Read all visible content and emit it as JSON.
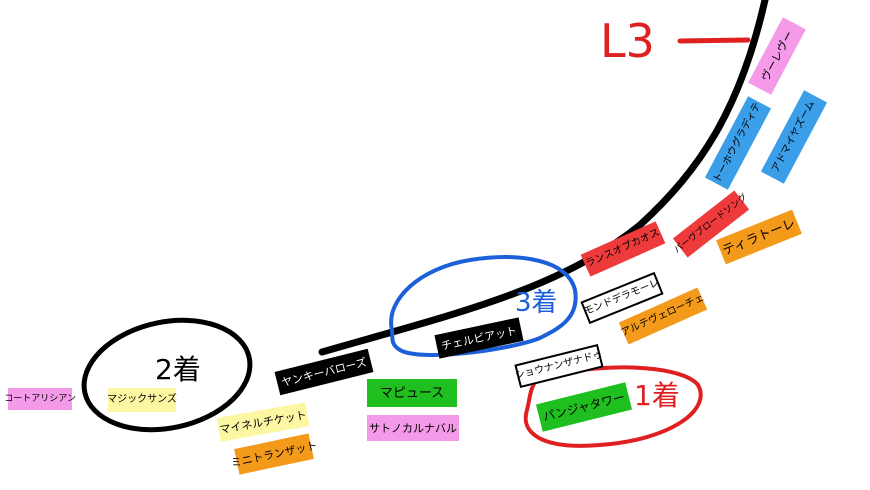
{
  "annotations": {
    "corner": "L3",
    "first": "1着",
    "second": "2着",
    "third": "3着"
  },
  "colors": {
    "pink": "#f49ae8",
    "blue": "#3a9ee8",
    "red": "#ee3a3a",
    "orange": "#f39a1b",
    "yellow": "#fdf7a3",
    "green": "#1fbf1f",
    "black": "#000000",
    "white": "#ffffff",
    "circle_black": "#000000",
    "circle_blue": "#1c5fd8",
    "circle_red": "#e02020",
    "track": "#000000",
    "marker": "#e02020"
  },
  "horses": [
    {
      "name": "ヴーレヴー",
      "color": "pink"
    },
    {
      "name": "トーホウグラディテ",
      "color": "blue"
    },
    {
      "name": "アドマイヤズーム",
      "color": "blue"
    },
    {
      "name": "ランスオブカオス",
      "color": "red"
    },
    {
      "name": "パーヴブロードソング",
      "color": "red"
    },
    {
      "name": "ティラトーレ",
      "color": "orange"
    },
    {
      "name": "モンドデラモーレ",
      "color": "white"
    },
    {
      "name": "アルテヴェローチェ",
      "color": "orange"
    },
    {
      "name": "チェルビアット",
      "color": "black"
    },
    {
      "name": "ショウナンザナドゥ",
      "color": "white"
    },
    {
      "name": "パンジャタワー",
      "color": "green"
    },
    {
      "name": "ヤンキーバローズ",
      "color": "black"
    },
    {
      "name": "マピュース",
      "color": "green"
    },
    {
      "name": "サトノカルナバル",
      "color": "pink"
    },
    {
      "name": "マイネルチケット",
      "color": "yellow"
    },
    {
      "name": "ミニトランザット",
      "color": "orange"
    },
    {
      "name": "マジックサンズ",
      "color": "yellow"
    },
    {
      "name": "コートアリシアン",
      "color": "pink"
    }
  ]
}
